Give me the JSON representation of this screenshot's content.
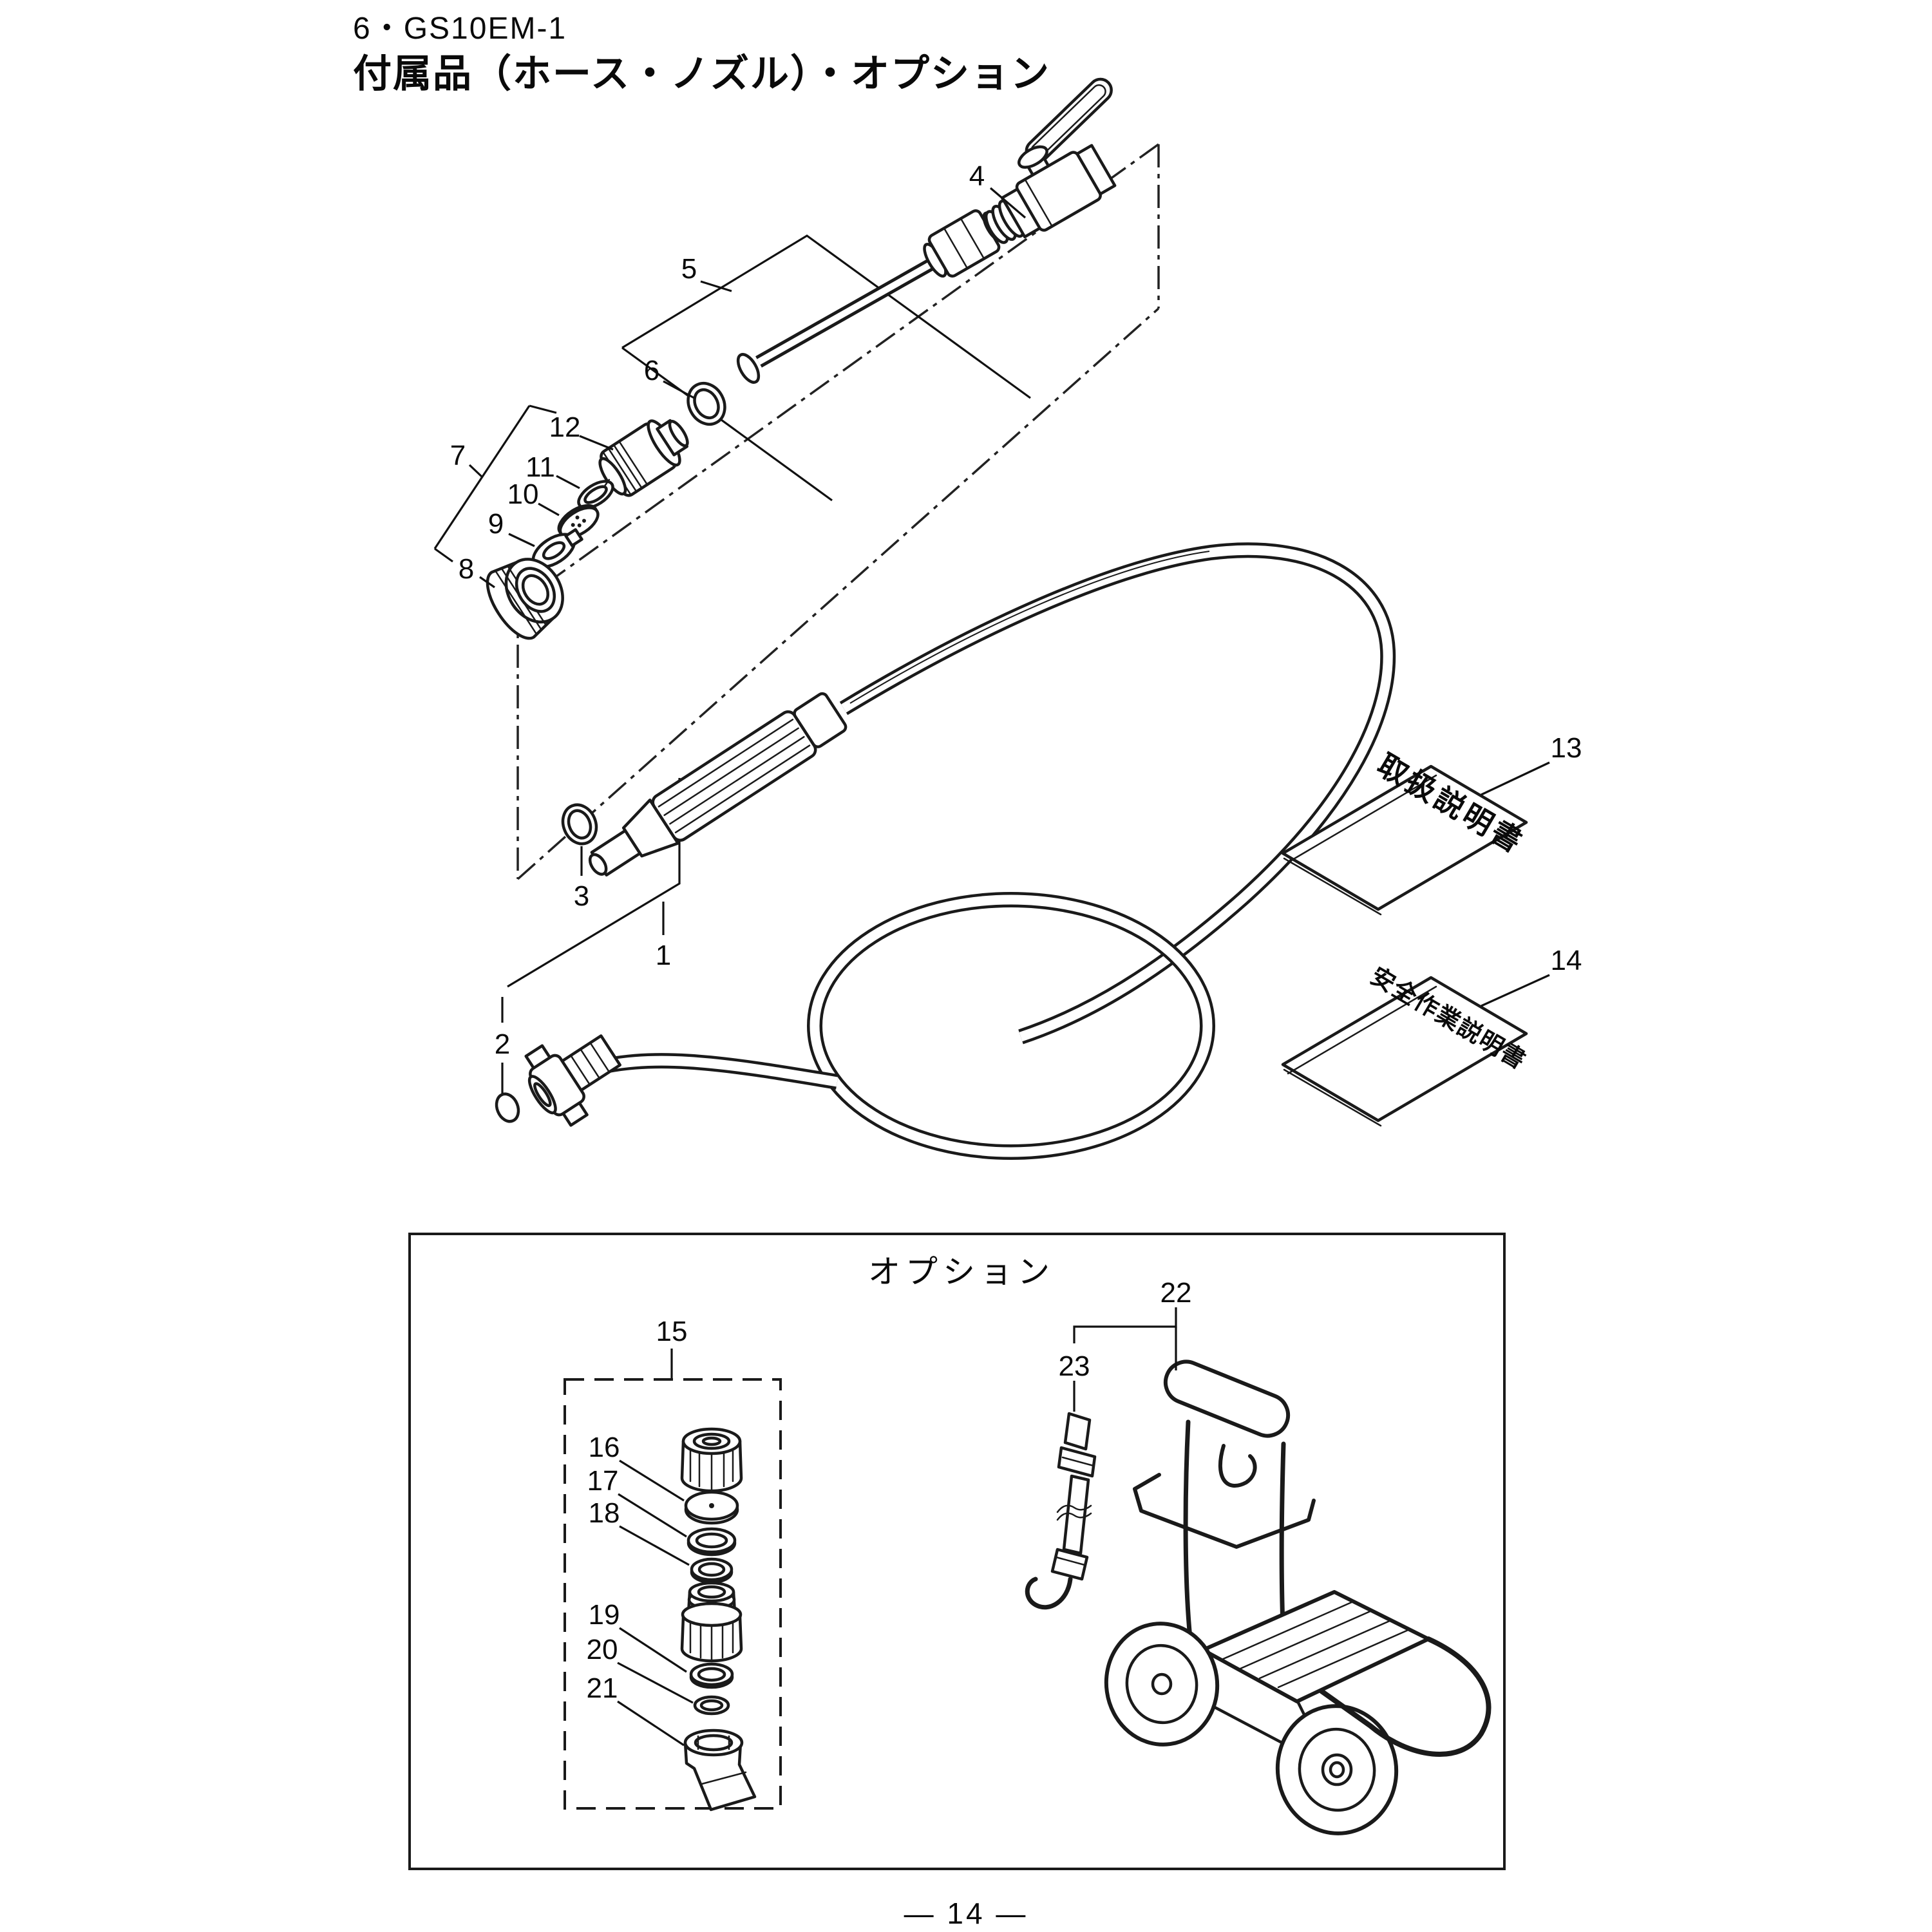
{
  "header": {
    "model": "6・GS10EM-1",
    "title": "付属品（ホース・ノズル）・オプション"
  },
  "option_section": {
    "title": "オプション"
  },
  "books": {
    "manual_13": "取扱説明書",
    "manual_14": "安全作業説明書"
  },
  "page": {
    "number": "— 14 —"
  },
  "parts": {
    "p1": "1",
    "p2": "2",
    "p3": "3",
    "p4": "4",
    "p5": "5",
    "p6": "6",
    "p7": "7",
    "p8": "8",
    "p9": "9",
    "p10": "10",
    "p11": "11",
    "p12": "12",
    "p13": "13",
    "p14": "14",
    "p15": "15",
    "p16": "16",
    "p17": "17",
    "p18": "18",
    "p19": "19",
    "p20": "20",
    "p21": "21",
    "p22": "22",
    "p23": "23"
  }
}
